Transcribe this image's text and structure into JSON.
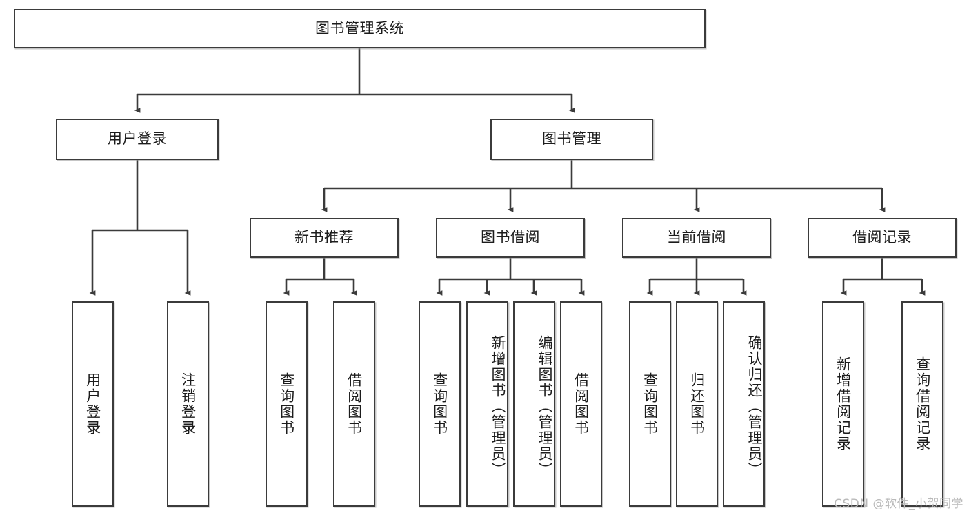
{
  "diagram": {
    "title": "图书管理系统",
    "type": "tree-hierarchy-chart",
    "orientation": "top-down",
    "colors": {
      "box_border": "#3b3b3b",
      "box_fill": "#ffffff",
      "edge": "#3b3b3b",
      "text": "#1c1c1c",
      "watermark": "#b9b9b9"
    },
    "root": {
      "label": "图书管理系统"
    },
    "level2": [
      {
        "label": "用户登录"
      },
      {
        "label": "图书管理"
      }
    ],
    "level3": [
      {
        "label": "新书推荐"
      },
      {
        "label": "图书借阅"
      },
      {
        "label": "当前借阅"
      },
      {
        "label": "借阅记录"
      }
    ],
    "leaves": {
      "user_login": [
        {
          "label": "用户登录"
        },
        {
          "label": "注销登录"
        }
      ],
      "new_book_recommend": [
        {
          "label": "查询图书"
        },
        {
          "label": "借阅图书"
        }
      ],
      "book_borrow": [
        {
          "label": "查询图书"
        },
        {
          "label": "新增图书（管理员）"
        },
        {
          "label": "编辑图书（管理员）"
        },
        {
          "label": "借阅图书"
        }
      ],
      "current_borrow": [
        {
          "label": "查询图书"
        },
        {
          "label": "归还图书"
        },
        {
          "label": "确认归还（管理员）"
        }
      ],
      "borrow_records": [
        {
          "label": "新增借阅记录"
        },
        {
          "label": "查询借阅记录"
        }
      ]
    }
  },
  "watermark": {
    "text": "CSDN @软件_小贺同学"
  }
}
